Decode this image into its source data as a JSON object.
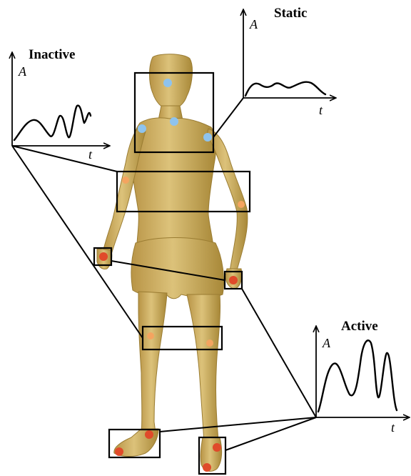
{
  "figure": {
    "labels": {
      "inactive": "Inactive",
      "static": "Static",
      "active": "Active"
    },
    "axis_labels": {
      "amplitude": "A",
      "time": "t"
    },
    "marker_colors": {
      "static": "#8ec3ee",
      "inactive": "#f4a460",
      "active": "#e04a2a"
    },
    "figure_color": "#cdb061"
  }
}
